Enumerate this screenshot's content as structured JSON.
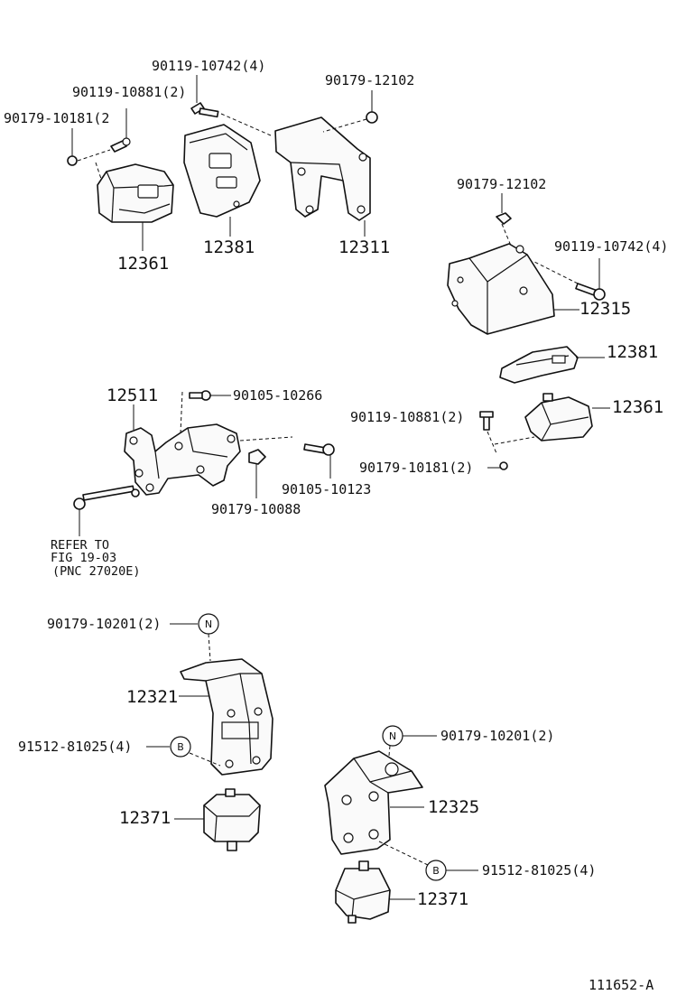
{
  "labels": {
    "bolt_90119_10742_top": "90119-10742(4)",
    "bolt_90119_10881_top": "90119-10881(2)",
    "nut_90179_10181_top": "90179-10181(2",
    "nut_90179_12102_top": "90179-12102",
    "insulator_12361_left": "12361",
    "stopper_12381_left": "12381",
    "bracket_12311": "12311",
    "nut_90179_12102_right": "90179-12102",
    "bolt_90119_10742_right": "90119-10742(4)",
    "bracket_12315": "12315",
    "stopper_12381_right": "12381",
    "insulator_12361_right": "12361",
    "bolt_90119_10881_right": "90119-10881(2)",
    "nut_90179_10181_right": "90179-10181(2)",
    "bracket_12511": "12511",
    "bolt_90105_10266": "90105-10266",
    "bolt_90105_10123": "90105-10123",
    "nut_90179_10088": "90179-10088",
    "refer_line1": "REFER TO",
    "refer_line2": "FIG 19-03",
    "refer_line3": "(PNC 27020E)",
    "nut_90179_10201_left": "90179-10201(2)",
    "bracket_12321": "12321",
    "bolt_91512_81025_left": "91512-81025(4)",
    "insulator_12371_left": "12371",
    "nut_90179_10201_right": "90179-10201(2)",
    "bracket_12325": "12325",
    "bolt_91512_81025_right": "91512-81025(4)",
    "insulator_12371_right": "12371",
    "figure_code": "111652-A"
  },
  "callouts": {
    "n_left": "N",
    "b_left": "B",
    "n_right": "N",
    "b_right": "B"
  }
}
